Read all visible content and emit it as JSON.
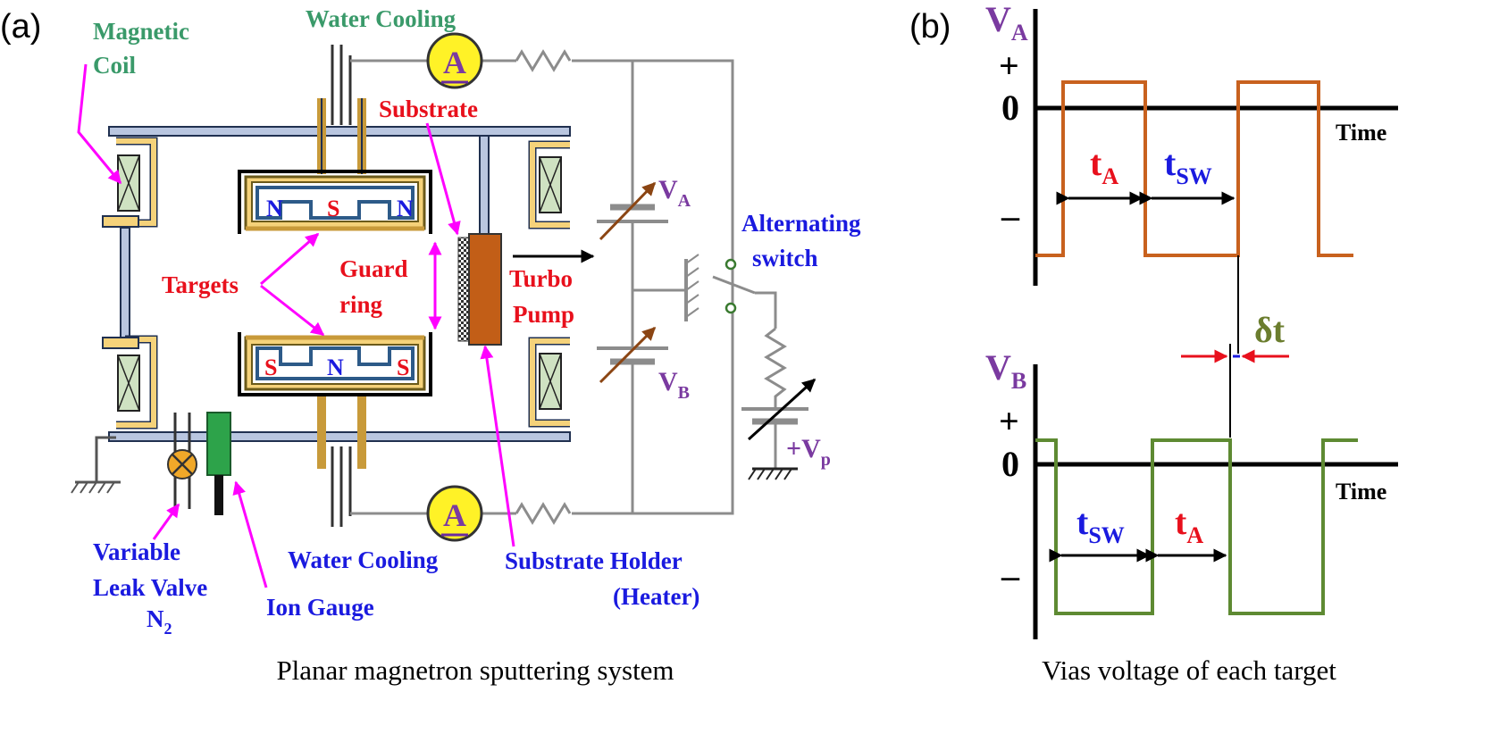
{
  "panel_a": {
    "panel_label": "(a)",
    "caption": "Planar magnetron sputtering system",
    "labels": {
      "water_cooling_top": "Water Cooling",
      "water_cooling_bottom": "Water Cooling",
      "magnetic_coil_line1": "Magnetic",
      "magnetic_coil_line2": "Coil",
      "substrate": "Substrate",
      "targets": "Targets",
      "guard_ring_line1": "Guard",
      "guard_ring_line2": "ring",
      "turbo_pump_line1": "Turbo",
      "turbo_pump_line2": "Pump",
      "alternating_switch_line1": "Alternating",
      "alternating_switch_line2": "switch",
      "variable_leak_valve_line1": "Variable",
      "variable_leak_valve_line2": "Leak Valve",
      "variable_leak_valve_line3": "N",
      "variable_leak_valve_line3_sub": "2",
      "ion_gauge": "Ion Gauge",
      "substrate_holder_line1": "Substrate Holder",
      "substrate_holder_line2": "(Heater)",
      "va": "V",
      "va_sub": "A",
      "vb": "V",
      "vb_sub": "B",
      "vp": "+V",
      "vp_sub": "p",
      "ammeter_top": "A",
      "ammeter_bottom": "A"
    },
    "magnets_top": [
      "N",
      "S",
      "N"
    ],
    "magnets_bottom": [
      "S",
      "N",
      "S"
    ]
  },
  "panel_b": {
    "panel_label": "(b)",
    "caption": "Vias voltage of each target",
    "va_label": "V",
    "va_sub": "A",
    "vb_label": "V",
    "vb_sub": "B",
    "plus": "+",
    "zero": "0",
    "minus": "–",
    "time_label": "Time",
    "t_a": "t",
    "t_a_sub": "A",
    "t_sw": "t",
    "t_sw_sub": "SW",
    "delta_t": "δt",
    "colors": {
      "va_wave": "#c8611e",
      "vb_wave": "#5e8a32",
      "t_a": "#e8101c",
      "t_sw": "#1a1adf",
      "delta_t": "#6b7d2e"
    }
  }
}
